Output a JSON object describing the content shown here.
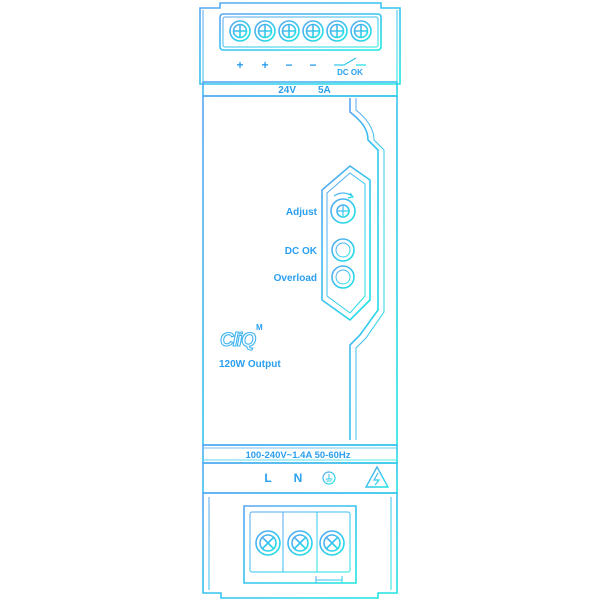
{
  "top_terminal_marks": [
    "+",
    "+",
    "−",
    "−"
  ],
  "dc_ok_terminal": "DC OK",
  "output_rating": "24V",
  "output_current": "5A",
  "controls": {
    "adjust": "Adjust",
    "dc_ok": "DC OK",
    "overload": "Overload"
  },
  "brand": {
    "logo_text": "CliQ",
    "logo_superscript": "M",
    "power_label": "120W Output"
  },
  "input_rating": "100-240V~1.4A 50-60Hz",
  "input_terminals": [
    "L",
    "N"
  ],
  "ground_icon": "ground-icon",
  "warning_icon": "hazard-triangle-icon",
  "colors": {
    "stroke_top": "#5aa8ee",
    "stroke_bottom": "#27e0e6",
    "text_blue": "#2a9ff0"
  }
}
